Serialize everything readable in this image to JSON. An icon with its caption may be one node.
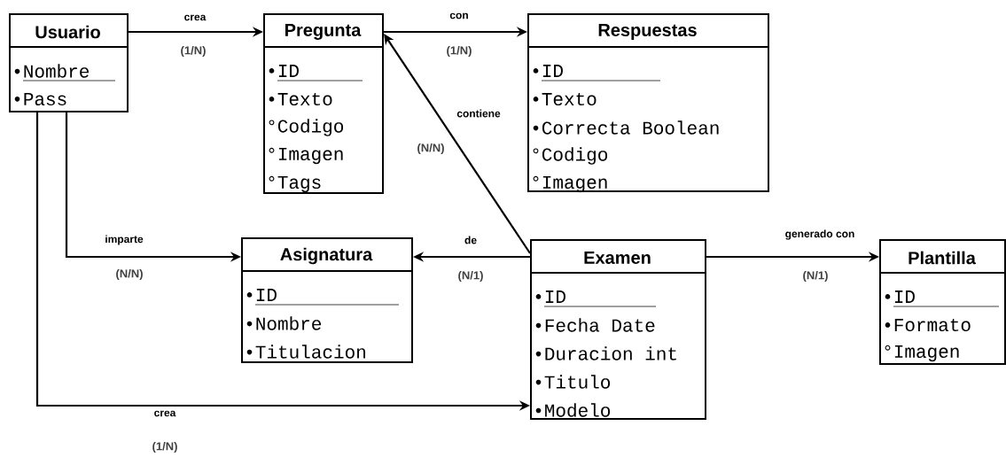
{
  "diagram": {
    "nodes": [
      {
        "text": [
          "Usuario",
          "•Nombre",
          "•Pass"
        ]
      },
      {
        "text": [
          "Pregunta",
          "•ID",
          "•Texto",
          "°Codigo",
          "°Imagen",
          "°Tags"
        ]
      },
      {
        "text": [
          "Respuestas",
          "•ID",
          "•Texto",
          "•Correcta Boolean",
          "°Codigo",
          "°Imagen"
        ]
      },
      {
        "text": [
          "Asignatura",
          "•ID",
          "•Nombre",
          "•Titulacion"
        ]
      },
      {
        "text": [
          "Examen",
          "•ID",
          "•Fecha    Date",
          "•Duracion int",
          "•Titulo",
          "•Modelo"
        ]
      },
      {
        "text": [
          "Plantilla",
          "•ID",
          "•Formato",
          "°Imagen"
        ]
      }
    ],
    "edges": [
      {
        "from": 0,
        "to": 1,
        "arrow": "to",
        "label": "crea"
      },
      {
        "from": 1,
        "to": 2,
        "arrow": "to",
        "label": "con"
      },
      {
        "from": 4,
        "to": 1,
        "arrow": "to",
        "label": "contiene"
      },
      {
        "from": 0,
        "to": 3,
        "arrow": "to",
        "label": "imparte"
      },
      {
        "from": 4,
        "to": 3,
        "arrow": "to",
        "label": "de"
      },
      {
        "from": 4,
        "to": 5,
        "arrow": "to",
        "label": "generado con"
      },
      {
        "from": 0,
        "to": 4,
        "arrow": "to",
        "label": "crea"
      }
    ],
    "labels": [
      "(1/N)",
      "(1/N)",
      "(N/N)",
      "(N/N)",
      "(N/1)",
      "(N/1)",
      "(1/N)"
    ]
  }
}
